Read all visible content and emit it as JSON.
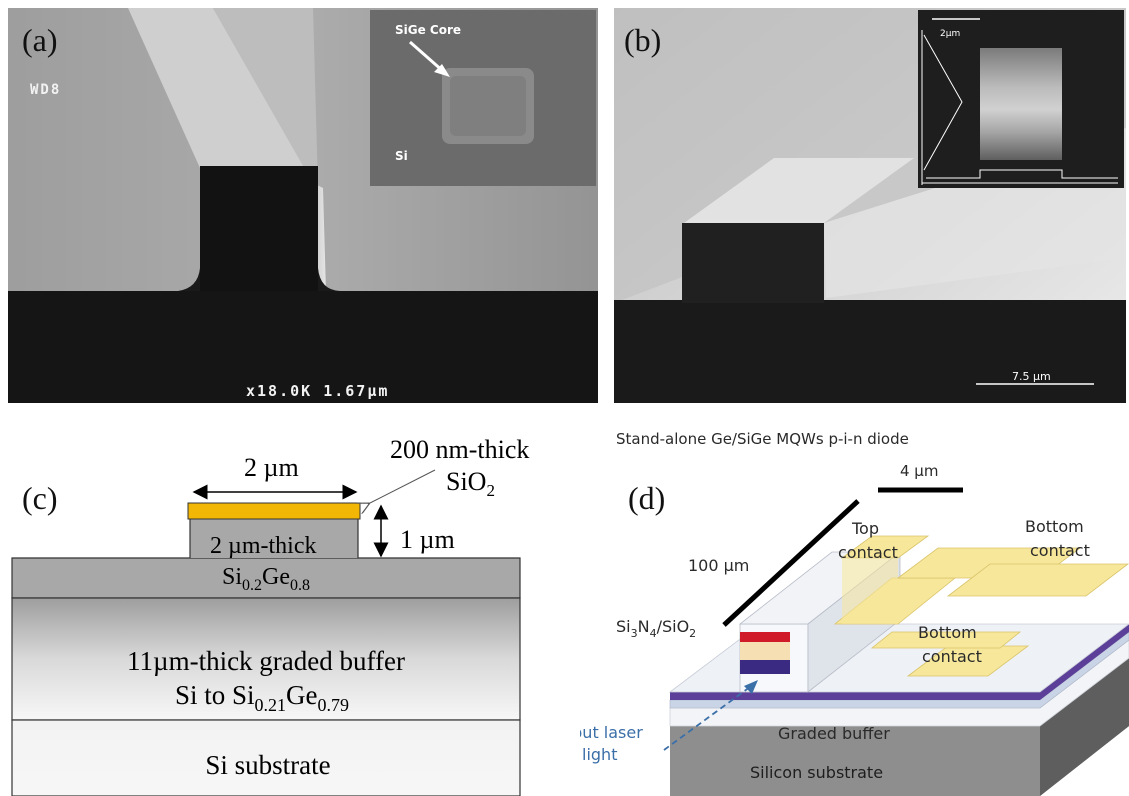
{
  "panel_a": {
    "label": "(a)",
    "wd_text": "WD8",
    "scale_text": "x18.0K  1.67µm",
    "inset": {
      "core_label": "SiGe Core",
      "si_label": "Si"
    }
  },
  "panel_b": {
    "label": "(b)",
    "inset_scale": "2µm",
    "scale_text": "7.5 µm"
  },
  "panel_c": {
    "label": "(c)",
    "width_label": "2 µm",
    "oxide_line1": "200 nm-thick",
    "oxide_line2": "SiO",
    "oxide_sub": "2",
    "height_label": "1 µm",
    "ridge_line1": "2 µm-thick",
    "ridge_chem": [
      "Si",
      "0.2",
      "Ge",
      "0.8"
    ],
    "buffer_line1": "11µm-thick graded buffer",
    "buffer_line2_prefix": "Si to Si",
    "buffer_sub1": "0.21",
    "buffer_mid": "Ge",
    "buffer_sub2": "0.79",
    "substrate_label": "Si substrate"
  },
  "panel_d": {
    "label": "(d)",
    "title": "Stand-alone Ge/SiGe MQWs p-i-n diode",
    "width_label": "4 µm",
    "length_label": "100 µm",
    "top_contact": [
      "Top",
      "contact"
    ],
    "bottom_contact_right": [
      "Bottom",
      "contact"
    ],
    "bottom_contact_center": [
      "Bottom",
      "contact"
    ],
    "dielectric": [
      "Si",
      "3",
      "N",
      "4",
      "/SiO",
      "2"
    ],
    "laser": [
      "nput laser",
      "light"
    ],
    "buffer_label": "Graded buffer",
    "substrate_label": "Silicon substrate"
  }
}
